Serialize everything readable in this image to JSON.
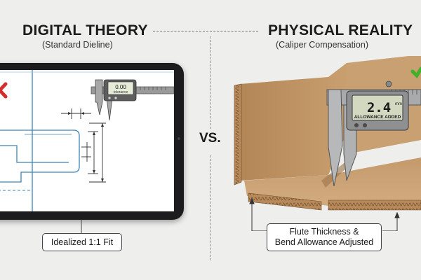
{
  "left_panel": {
    "title": "DIGITAL THEORY",
    "subtitle": "(Standard Dieline)",
    "caliper_reading": "0.00",
    "caliper_unit": "tolerance",
    "callout": "Idealized 1:1 Fit",
    "status_icon": "x-mark-icon",
    "status_color": "#d32f2f"
  },
  "divider": {
    "label": "VS."
  },
  "right_panel": {
    "title": "PHYSICAL REALITY",
    "subtitle": "(Caliper Compensation)",
    "caliper_reading": "2.4",
    "caliper_unit": "mm",
    "caliper_label": "ALLOWANCE ADDED",
    "callout_line1": "Flute Thickness &",
    "callout_line2": "Bend Allowance Adjusted",
    "status_icon": "check-mark-icon",
    "status_color": "#43b02a"
  },
  "colors": {
    "dieline": "#3d86b5",
    "cardboard": "#c49a6c",
    "cardboard_dark": "#8a6640"
  }
}
